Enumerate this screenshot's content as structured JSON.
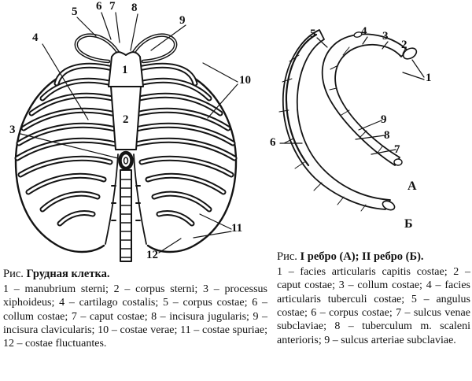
{
  "palette": {
    "ink": "#141414",
    "paper": "#ffffff"
  },
  "left_figure": {
    "labels": [
      "5",
      "6",
      "7",
      "8",
      "9",
      "4",
      "1",
      "2",
      "3",
      "10",
      "11",
      "12"
    ],
    "caption": {
      "prefix": "Рис.",
      "title": "Грудная клетка.",
      "body": "1 – manubrium sterni; 2 – corpus sterni; 3 – processus xiphoideus; 4 – cartilago costalis; 5 – corpus costae; 6 – collum costae; 7 – caput costae; 8 – incisura jugularis; 9 – incisura clavicularis; 10 – costae verae; 11 – costae spuriae; 12 – costae fluctuantes."
    }
  },
  "right_figure": {
    "labels": [
      "5",
      "4",
      "3",
      "2",
      "1",
      "9",
      "8",
      "7",
      "6"
    ],
    "letters": {
      "a": "А",
      "b": "Б"
    },
    "caption": {
      "prefix": "Рис.",
      "title": "I ребро (А); II ребро (Б).",
      "body": "1 – facies articularis capitis costae; 2 – caput costae; 3 – collum costae; 4 – facies articularis tuberculi costae; 5 – angulus costae; 6 – corpus costae; 7 – sulcus venae subclaviae; 8 – tuberculum m. scaleni anterioris; 9 – sulcus arteriae subclaviae."
    }
  }
}
